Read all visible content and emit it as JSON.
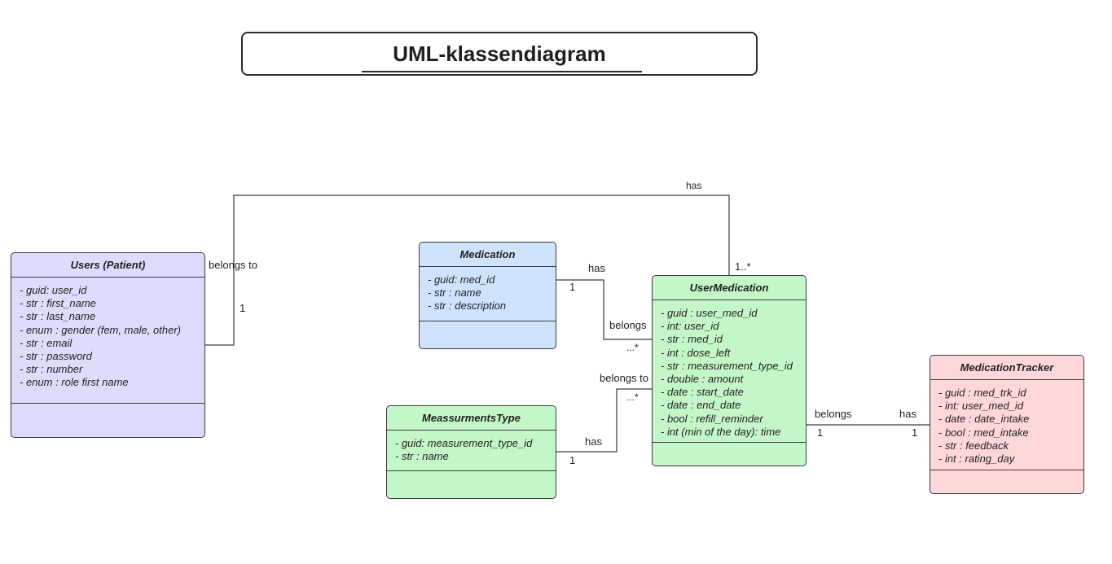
{
  "title": "UML-klassendiagram",
  "colors": {
    "users": "#dedcfc",
    "medication": "#cfe2fd",
    "user_medication": "#c3f7c8",
    "measurements_type": "#c3f7c8",
    "medication_tracker": "#ffd7d8",
    "line": "#3a3a3a"
  },
  "classes": {
    "users": {
      "name": "Users (Patient)",
      "attributes": [
        "- guid: user_id",
        "- str : first_name",
        "- str : last_name",
        "- enum : gender (fem, male, other)",
        "- str : email",
        "- str : password",
        "- str : number",
        "- enum : role first name"
      ]
    },
    "medication": {
      "name": "Medication",
      "attributes": [
        "- guid: med_id",
        "- str : name",
        "- str : description"
      ]
    },
    "user_medication": {
      "name": "UserMedication",
      "attributes": [
        "- guid : user_med_id",
        "- int: user_id",
        "- str : med_id",
        "- int : dose_left",
        "- str : measurement_type_id",
        "- double : amount",
        "- date : start_date",
        "- date : end_date",
        "- bool : refill_reminder",
        "- int (min of the day): time"
      ]
    },
    "measurements_type": {
      "name": "MeassurmentsType",
      "attributes": [
        "- guid: measurement_type_id",
        "- str : name"
      ]
    },
    "medication_tracker": {
      "name": "MedicationTracker",
      "attributes": [
        "- guid : med_trk_id",
        "- int: user_med_id",
        "- date : date_intake",
        "- bool : med_intake",
        "- str : feedback",
        "- int : rating_day"
      ]
    }
  },
  "relations": {
    "users_usermed": {
      "label_has": "has",
      "label_belongs": "belongs to",
      "mult_users": "1",
      "mult_usermed": "1..*"
    },
    "med_usermed": {
      "label_has": "has",
      "label_belongs": "belongs",
      "mult_med": "1",
      "mult_usermed": "...*"
    },
    "meas_usermed": {
      "label_has": "has",
      "label_belongs": "belongs to",
      "mult_meas": "1",
      "mult_usermed": "...*"
    },
    "usermed_tracker": {
      "label_belongs": "belongs",
      "label_has": "has",
      "mult_usermed": "1",
      "mult_tracker": "1"
    }
  }
}
